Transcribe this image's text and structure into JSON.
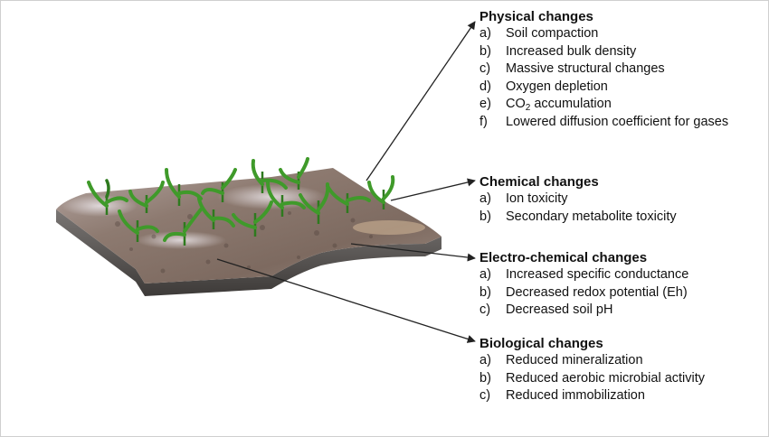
{
  "groups": {
    "physical": {
      "title": "Physical changes",
      "items": [
        {
          "marker": "a)",
          "text": "Soil compaction"
        },
        {
          "marker": "b)",
          "text": "Increased bulk density"
        },
        {
          "marker": "c)",
          "text": "Massive structural changes"
        },
        {
          "marker": "d)",
          "text": "Oxygen depletion"
        },
        {
          "marker": "e)",
          "text_before_sub": "CO",
          "subscript": "2",
          "text_after_sub": " accumulation"
        },
        {
          "marker": "f)",
          "text": "Lowered diffusion coefficient for gases"
        }
      ]
    },
    "chemical": {
      "title": "Chemical changes",
      "items": [
        {
          "marker": "a)",
          "text": "Ion toxicity"
        },
        {
          "marker": "b)",
          "text": "Secondary metabolite toxicity"
        }
      ]
    },
    "electro": {
      "title": "Electro-chemical changes",
      "items": [
        {
          "marker": "a)",
          "text": "Increased specific conductance"
        },
        {
          "marker": "b)",
          "text": "Decreased redox potential (Eh)"
        },
        {
          "marker": "c)",
          "text": "Decreased soil pH"
        }
      ]
    },
    "biological": {
      "title": "Biological changes",
      "items": [
        {
          "marker": "a)",
          "text": "Reduced mineralization"
        },
        {
          "marker": "b)",
          "text": "Reduced aerobic microbial activity"
        },
        {
          "marker": "c)",
          "text": "Reduced immobilization"
        }
      ]
    }
  },
  "colors": {
    "soil_top": "#8a7468",
    "soil_side": "#5e5a58",
    "water_sheen": "#c9c2c6",
    "plant_leaf": "#3f9a2a",
    "plant_leaf_dark": "#2e7a1e",
    "arrow": "#222222"
  }
}
